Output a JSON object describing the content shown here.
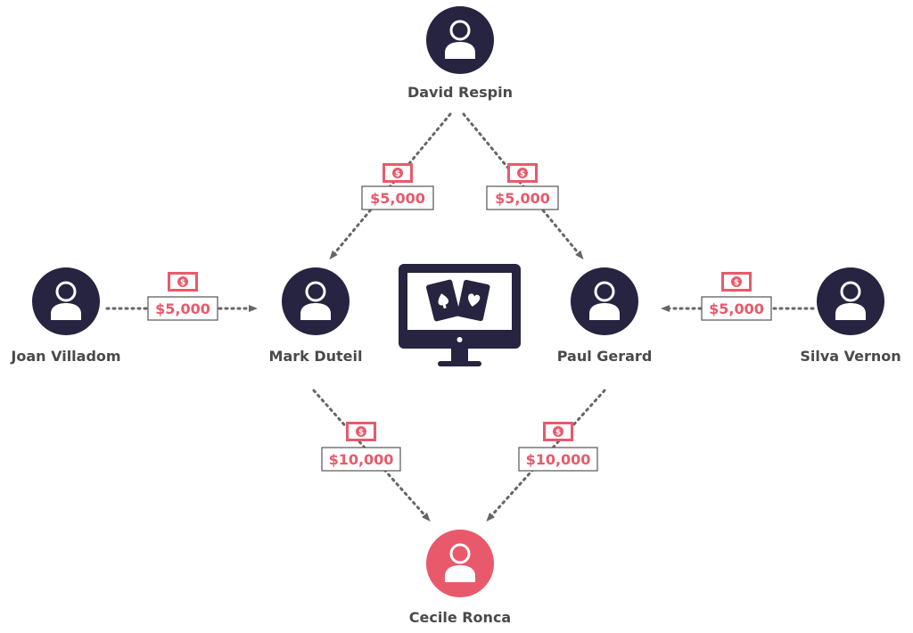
{
  "colors": {
    "person": "#262440",
    "recipient": "#e85a6b",
    "accent": "#e85a6b",
    "arrow": "#666666",
    "label_text": "#444444",
    "box_border": "#555555"
  },
  "people": [
    {
      "id": "david",
      "name": "David Respin"
    },
    {
      "id": "joan",
      "name": "Joan Villadom"
    },
    {
      "id": "mark",
      "name": "Mark Duteil"
    },
    {
      "id": "paul",
      "name": "Paul Gerard"
    },
    {
      "id": "silva",
      "name": "Silva Vernon"
    },
    {
      "id": "cecile",
      "name": "Cecile Ronca"
    }
  ],
  "transfers": [
    {
      "from": "david",
      "to": "mark",
      "amount": "$5,000"
    },
    {
      "from": "david",
      "to": "paul",
      "amount": "$5,000"
    },
    {
      "from": "joan",
      "to": "mark",
      "amount": "$5,000"
    },
    {
      "from": "silva",
      "to": "paul",
      "amount": "$5,000"
    },
    {
      "from": "mark",
      "to": "cecile",
      "amount": "$10,000"
    },
    {
      "from": "paul",
      "to": "cecile",
      "amount": "$10,000"
    }
  ],
  "icons": {
    "person": "user-icon",
    "money": "banknote-icon",
    "monitor": "monitor-icon",
    "cards": "playing-cards-icon"
  }
}
